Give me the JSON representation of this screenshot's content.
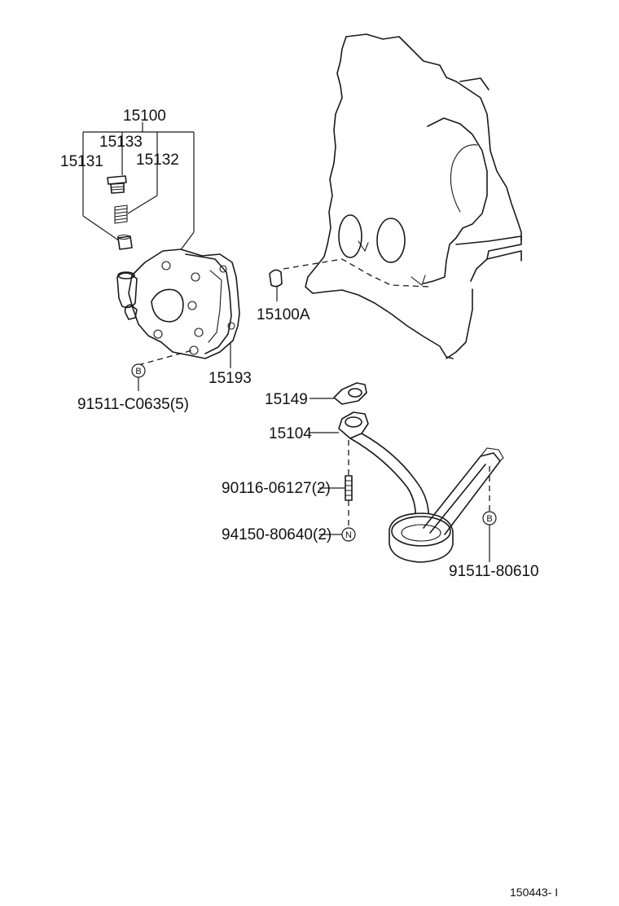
{
  "labels": {
    "oil_pump_assy": "15100",
    "relief_plug": "15133",
    "relief_valve": "15131",
    "relief_spring": "15132",
    "bolt_b1": "91511-C0635(5)",
    "gasket_pump": "15193",
    "plug_15100a": "15100A",
    "gasket_strainer": "15149",
    "strainer": "15104",
    "stud": "90116-06127(2)",
    "nut": "94150-80640(2)",
    "bolt_b2": "91511-80610",
    "figure_id": "150443- I"
  },
  "symbols": {
    "bolt": "B",
    "nut": "N"
  }
}
